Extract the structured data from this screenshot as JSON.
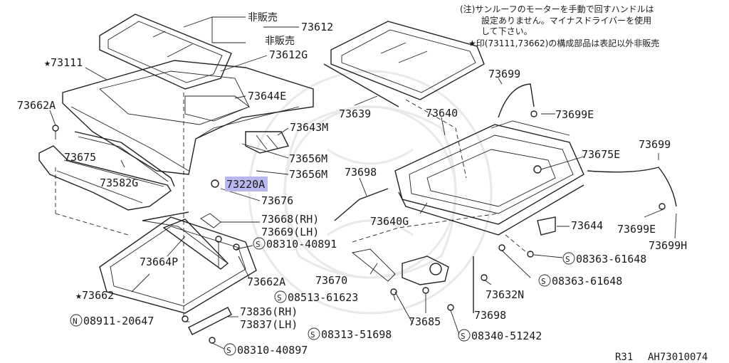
{
  "note": {
    "line1": "(注)サンルーフのモーターを手動で回すハンドルは",
    "line2": "設定ありません。マイナスドライバーを使用",
    "line3": "して下さい。",
    "line4": "★印(73111,73662)の構成部品は表記以外非販売"
  },
  "callouts": {
    "not_for_sale_1": "非販売",
    "not_for_sale_2": "非販売",
    "p73612": "73612",
    "p73612g": "73612G",
    "p73111": "★73111",
    "p73644e": "73644E",
    "p73662a_left": "73662A",
    "p73643m": "73643M",
    "p73675": "73675",
    "p73656m_1": "73656M",
    "p73656m_2": "73656M",
    "p73582g": "73582G",
    "p73220a": "73220A",
    "p73676": "73676",
    "p73668rh": "73668(RH)",
    "p73669lh": "73669(LH)",
    "p08310_40891": "08310-40891",
    "p73664p": "73664P",
    "p73662a_bottom": "73662A",
    "p73662": "★73662",
    "p08911_20647": "08911-20647",
    "p73836rh": "73836(RH)",
    "p73837lh": "73837(LH)",
    "p08310_40897": "08310-40897",
    "p73639": "73639",
    "p73640": "73640",
    "p73698_top": "73698",
    "p73640g": "73640G",
    "p73670": "73670",
    "p08513_61623": "08513-61623",
    "p08313_51698": "08313-51698",
    "p73685": "73685",
    "p08340_51242": "08340-51242",
    "p73632n": "73632N",
    "p73698_bottom": "73698",
    "p08363_61648_a": "08363-61648",
    "p08363_61648_b": "08363-61648",
    "p73644": "73644",
    "p73699_top": "73699",
    "p73699e_top": "73699E",
    "p73675e": "73675E",
    "p73699_right": "73699",
    "p73699e_right": "73699E",
    "p73699h": "73699H"
  },
  "symbols": {
    "s_mark": "S",
    "n_mark": "N"
  },
  "footer": {
    "page_code": "R31",
    "ref_code": "AH73010074"
  },
  "colors": {
    "line": "#222222",
    "highlight": "#b8b8ee",
    "watermark": "#e9e9e9"
  }
}
